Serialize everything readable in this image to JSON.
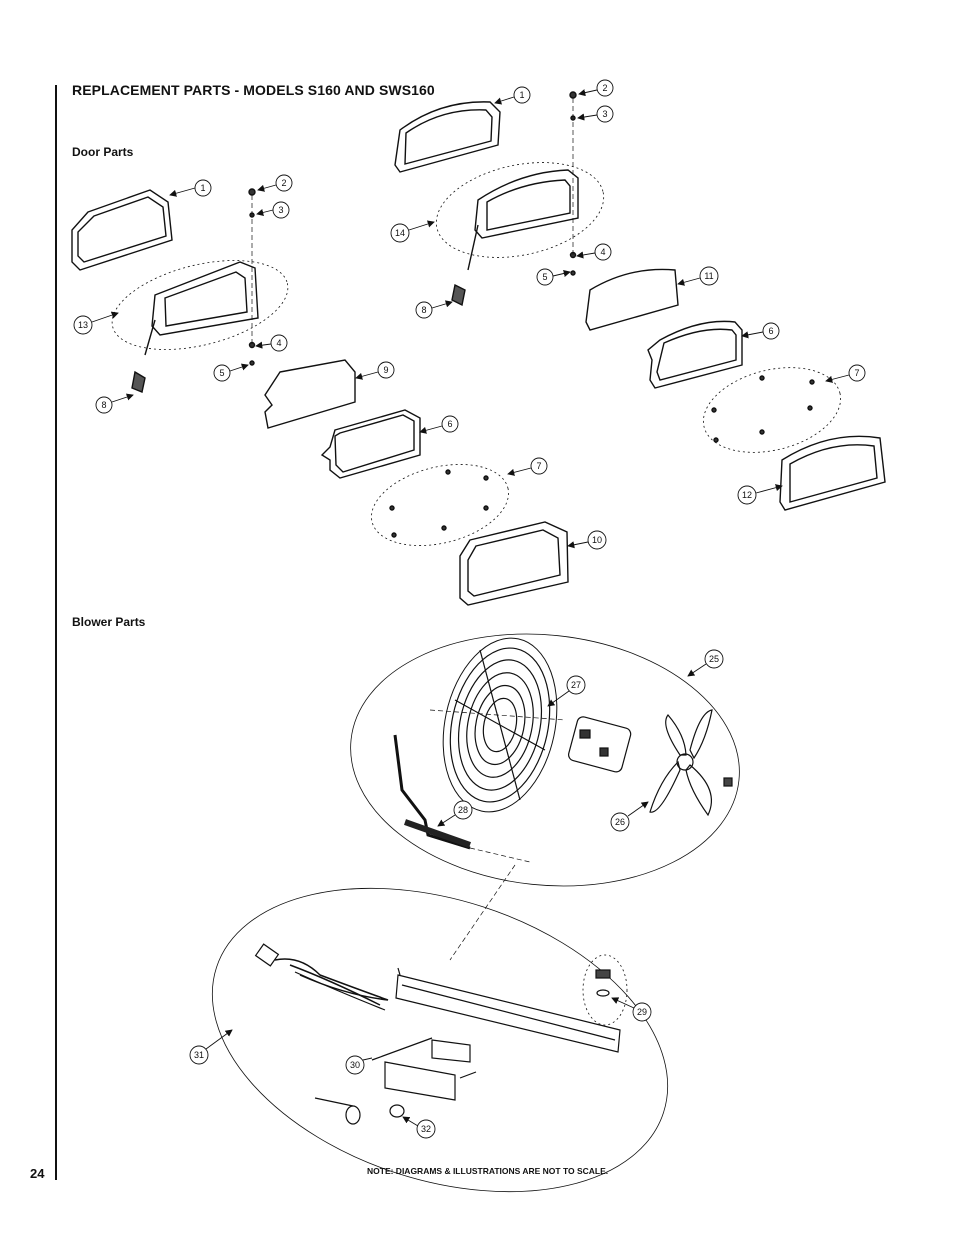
{
  "header": {
    "title": "REPLACEMENT PARTS - MODELS S160 AND SWS160"
  },
  "sections": {
    "door_parts": "Door Parts",
    "blower_parts": "Blower Parts"
  },
  "footer": {
    "page_number": "24",
    "note": "NOTE: DIAGRAMS & ILLUSTRATIONS ARE NOT TO SCALE."
  },
  "callouts": {
    "left_door": [
      "1",
      "2",
      "3",
      "13",
      "4",
      "5",
      "8",
      "9",
      "6",
      "7",
      "10"
    ],
    "right_door": [
      "1",
      "2",
      "3",
      "14",
      "4",
      "5",
      "8",
      "11",
      "6",
      "7",
      "12"
    ],
    "blower": [
      "25",
      "27",
      "28",
      "26",
      "29",
      "31",
      "30",
      "32"
    ]
  }
}
